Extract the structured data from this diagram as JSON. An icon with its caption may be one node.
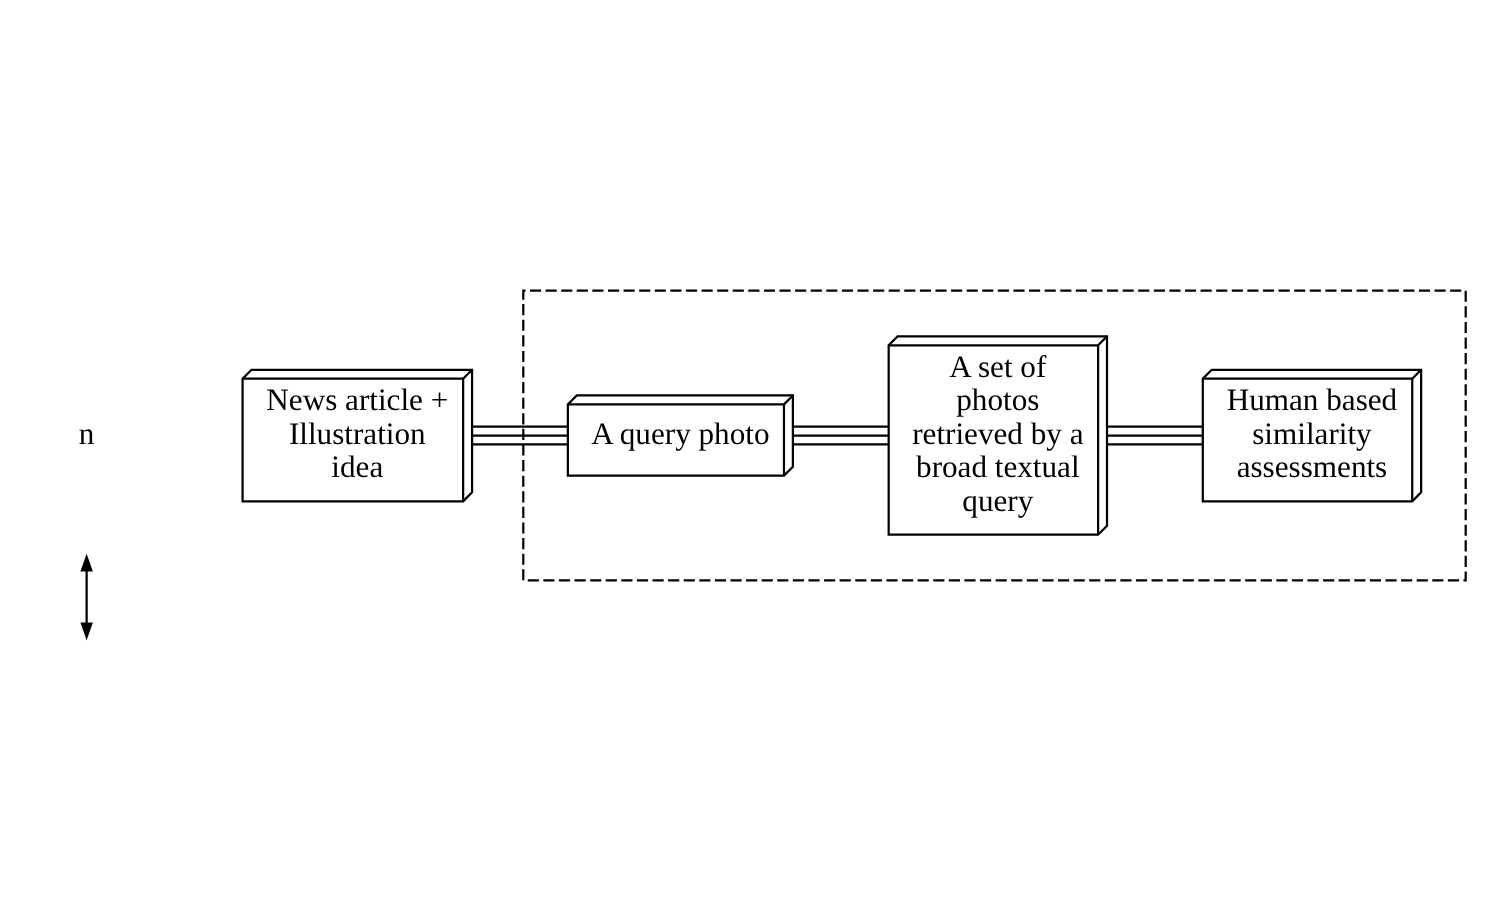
{
  "diagram": {
    "nodes": [
      {
        "text": [
          "News article + Illustration idea"
        ]
      },
      {
        "text": [],
        "shape": "box"
      },
      {
        "text": [
          "A query photo"
        ],
        "in": 1
      },
      {
        "text": [
          "A set of photos retrieved by a broad textual query"
        ],
        "in": 1
      },
      {
        "text": [
          "Human based similarity assessments"
        ],
        "in": 1
      }
    ],
    "edges": [
      {
        "from": 0,
        "to": 2,
        "arrow": "none"
      },
      {
        "from": 2,
        "to": 3,
        "arrow": "none"
      },
      {
        "from": 3,
        "to": 4,
        "arrow": "none"
      }
    ],
    "labels": [
      "n"
    ]
  }
}
